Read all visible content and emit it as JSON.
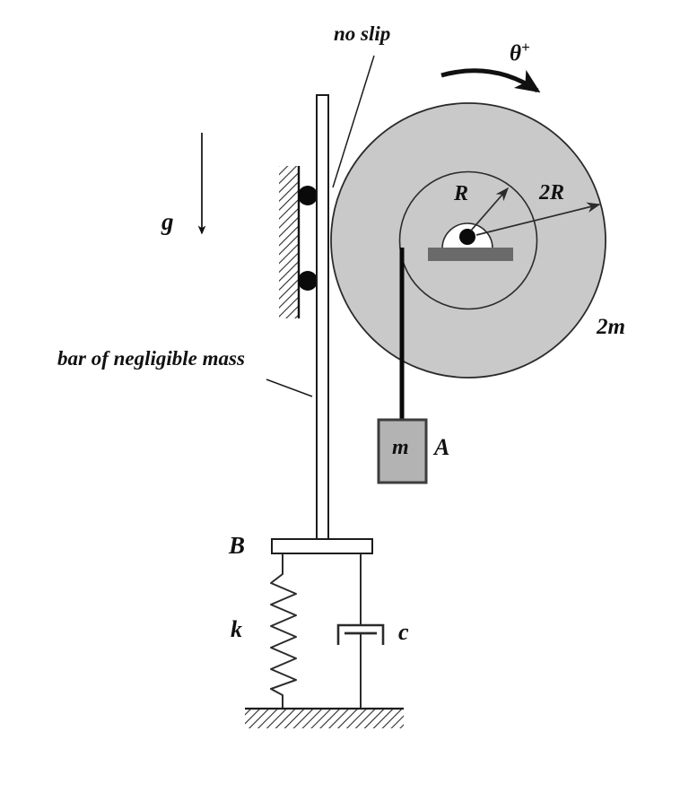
{
  "labels": {
    "no_slip": "no slip",
    "theta": "θ",
    "theta_sup": "+",
    "gravity": "g",
    "inner_radius": "R",
    "outer_radius": "2R",
    "disk_mass": "2m",
    "bar_note": "bar of negligible mass",
    "block_mass": "m",
    "point_a": "A",
    "point_b": "B",
    "spring": "k",
    "damper": "c"
  },
  "colors": {
    "background": "#ffffff",
    "disk_fill": "#c9c9c9",
    "support_fill": "#6a6a6a",
    "block_fill": "#b3b3b3",
    "stroke": "#2b2b2b",
    "text": "#111111"
  }
}
